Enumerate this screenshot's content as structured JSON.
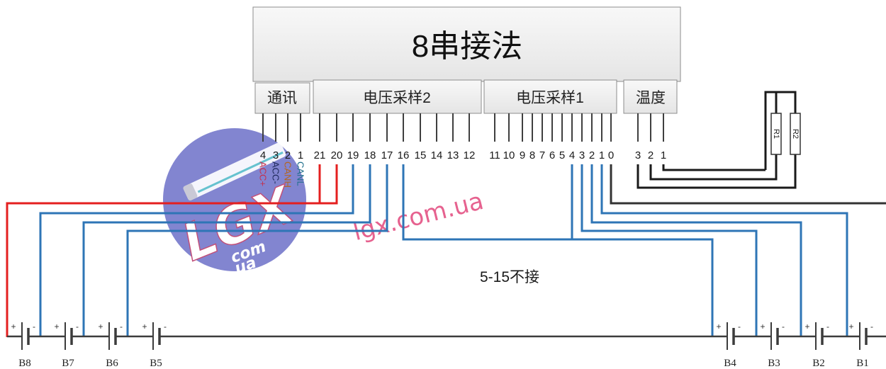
{
  "title": "8串接法",
  "connectors": {
    "comm": {
      "label": "通讯",
      "pins": [
        "4",
        "3",
        "2",
        "1"
      ],
      "signals": [
        "ACC+",
        "ACC-",
        "CANH",
        "CANL"
      ]
    },
    "voltage_sampling_2": {
      "label": "电压采样2",
      "pins": [
        "21",
        "20",
        "19",
        "18",
        "17",
        "16",
        "15",
        "14",
        "13",
        "12"
      ]
    },
    "voltage_sampling_1": {
      "label": "电压采样1",
      "pins": [
        "11",
        "10",
        "9",
        "8",
        "7",
        "6",
        "5",
        "4",
        "3",
        "2",
        "1",
        "0"
      ]
    },
    "temperature": {
      "label": "温度",
      "pins": [
        "3",
        "2",
        "1"
      ]
    }
  },
  "resistors": [
    "R1",
    "R2"
  ],
  "note": "5-15不接",
  "batteries": [
    "B8",
    "B7",
    "B6",
    "B5",
    "B4",
    "B3",
    "B2",
    "B1"
  ],
  "battery_signs": {
    "plus": "+",
    "minus": "-"
  },
  "colors": {
    "positive_wire": "#e41f1f",
    "sense_wire": "#2e75b6",
    "negative_wire": "#333333",
    "temperature_wire": "#1a1a1a",
    "signal_text": [
      "#c4304f",
      "#1f2a5c",
      "#b5651d",
      "#1f6f8b"
    ],
    "watermark_badge": "#6366c4",
    "watermark_site": "#e2477c"
  },
  "watermark": {
    "logo": "LGX",
    "logo_line2": "com",
    "logo_line3": "ua",
    "site": "lgx.com.ua"
  }
}
